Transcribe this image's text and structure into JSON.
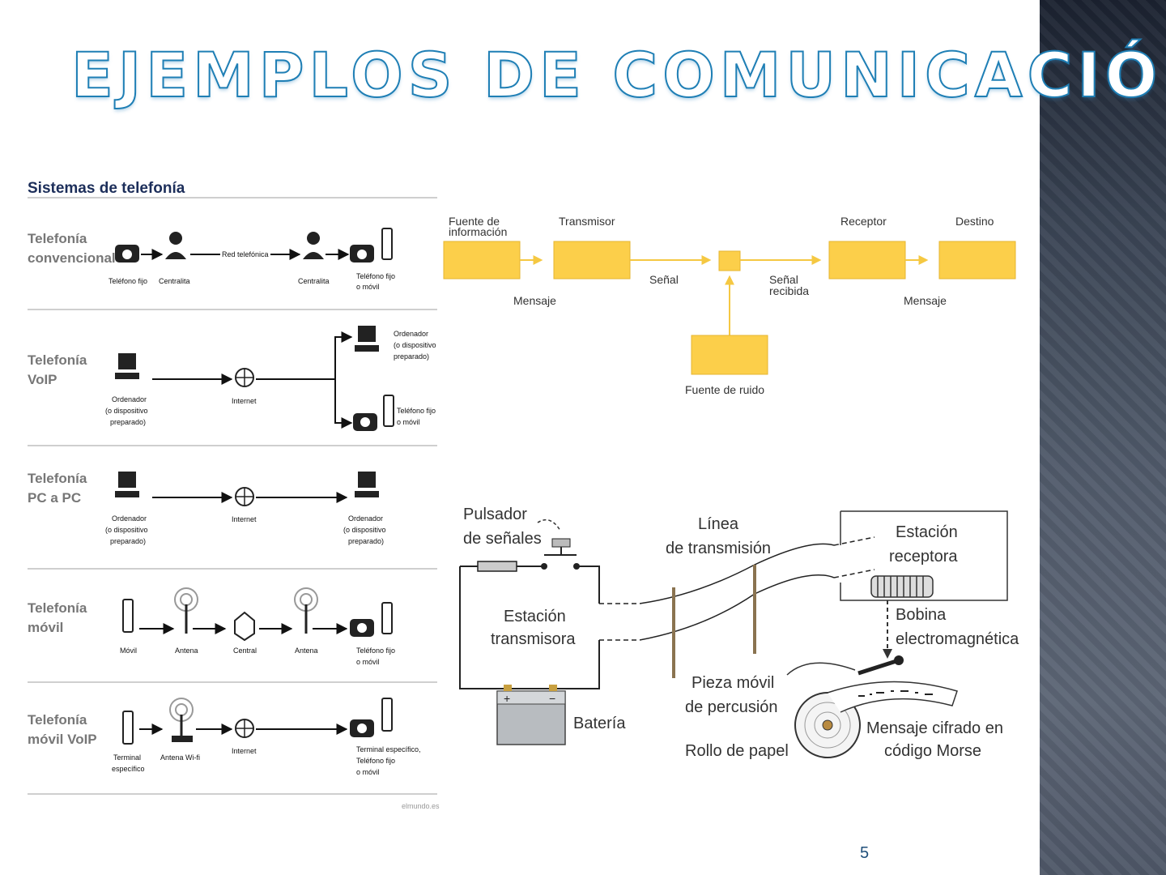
{
  "slide": {
    "title": "Ejemplos de comunicación",
    "page_number": "5"
  },
  "telephony": {
    "heading": "Sistemas de telefonía",
    "source": "elmundo.es",
    "rows": [
      {
        "label_line1": "Telefonía",
        "label_line2": "convencional",
        "items": [
          "Teléfono fijo",
          "Centralita",
          "Red telefónica",
          "Centralita",
          "Teléfono fijo",
          "o móvil"
        ]
      },
      {
        "label_line1": "Telefonía",
        "label_line2": "VoIP",
        "items": [
          "Ordenador",
          "(o dispositivo",
          "preparado)",
          "Internet",
          "Ordenador",
          "(o dispositivo",
          "preparado)",
          "Teléfono fijo",
          "o móvil"
        ]
      },
      {
        "label_line1": "Telefonía",
        "label_line2": "PC a PC",
        "items": [
          "Ordenador",
          "(o dispositivo",
          "preparado)",
          "Internet",
          "Ordenador",
          "(o dispositivo",
          "preparado)"
        ]
      },
      {
        "label_line1": "Telefonía",
        "label_line2": "móvil",
        "items": [
          "Móvil",
          "Antena",
          "Central",
          "Antena",
          "Teléfono fijo",
          "o móvil"
        ]
      },
      {
        "label_line1": "Telefonía",
        "label_line2": "móvil VoIP",
        "items": [
          "Terminal",
          "específico",
          "Antena Wi-fi",
          "Internet",
          "Terminal específico,",
          "Teléfono fijo",
          "o móvil"
        ]
      }
    ]
  },
  "shannon": {
    "boxes": [
      "Fuente de",
      "información",
      "Transmisor",
      "Receptor",
      "Destino",
      "Fuente de ruido"
    ],
    "flows": [
      "Mensaje",
      "Señal",
      "Señal",
      "recibida",
      "Mensaje"
    ],
    "box_color": "#fccf4a",
    "line_color": "#f5c842"
  },
  "telegraph": {
    "labels": [
      "Pulsador",
      "de señales",
      "Línea",
      "de transmisión",
      "Estación",
      "receptora",
      "Estación",
      "transmisora",
      "Bobina",
      "electromagnética",
      "Pieza móvil",
      "de percusión",
      "Batería",
      "Rollo de papel",
      "Mensaje cifrado en",
      "código Morse"
    ]
  }
}
